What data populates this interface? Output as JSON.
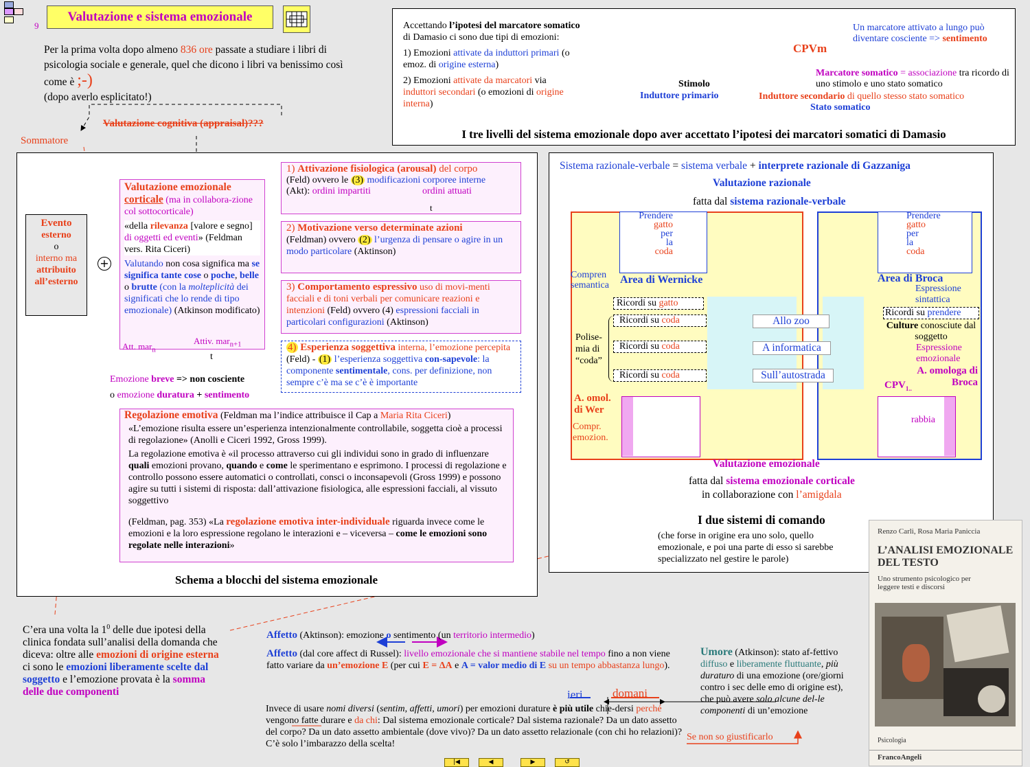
{
  "header": {
    "page_number": "9",
    "title": "Valutazione e sistema emozionale",
    "intro_1": "Per la prima volta dopo almeno ",
    "intro_hours": "836 ore",
    "intro_2": " passate a studiare i libri di psicologia sociale e generale, quel che dicono i libri va benissimo così come è",
    "smiley": ";-)",
    "intro_3": "(dopo averlo esplicitato!)",
    "appraisal_strike": "Valutazione cognitiva (appraisal)???",
    "sommatore": "Sommatore"
  },
  "damasio": {
    "text_1a": "Accettando ",
    "text_1b": "l’ipotesi del marcatore somatico",
    "text_1c": " di Damasio ci sono due tipi di emozioni:",
    "item1_a": "1) Emozioni ",
    "item1_b": "attivate da induttori primari",
    "item1_c": " (o emoz. di ",
    "item1_d": "origine esterna",
    "item1_e": ")",
    "item2_a": "2) Emozioni ",
    "item2_b": "attivate da marcatori",
    "item2_c": " via ",
    "item2_d": "induttori secondari",
    "item2_e": " (o emozioni di ",
    "item2_f": "origine interna",
    "item2_g": ")",
    "marker_long": "Un marcatore attivato a lungo può diventare cosciente => ",
    "marker_long_b": "sentimento",
    "cpvm": "CPVm",
    "stimolo": "Stimolo",
    "induttore_primario": "Induttore primario",
    "marcatore_a": "Marcatore somatico",
    "marcatore_b": " = associazione",
    "marcatore_c": " tra ricordo di uno stimolo e uno stato somatico",
    "ind_sec_a": "Induttore secondario",
    "ind_sec_b": " di quello stesso stato somatico",
    "stato_somatico": "Stato somatico",
    "caption": "I tre livelli del sistema emozionale dopo aver accettato l’ipotesi dei marcatori somatici di Damasio"
  },
  "schema": {
    "evento_1": "Evento",
    "evento_2": "esterno",
    "evento_3": "o",
    "evento_4": "interno ma",
    "evento_5": "attribuito",
    "evento_6": "all’esterno",
    "plus": "+",
    "val_title_a": "Valutazione emozionale",
    "val_title_b": "corticale",
    "val_title_c": " (ma in collabora-zione col sottocorticale)",
    "val_quote_a": "«della ",
    "val_quote_b": "rilevanza",
    "val_quote_c": " [valore e segno] ",
    "val_quote_d": "di oggetti ed eventi",
    "val_quote_e": "» (Feldman vers. Rita Ciceri)",
    "val_text_a": "Valutando",
    "val_text_b": " non cosa significa ma ",
    "val_text_c": "se significa tante cose",
    "val_text_d": " o ",
    "val_text_e": "poche",
    "val_text_f": ", ",
    "val_text_g": "belle",
    "val_text_h": " o ",
    "val_text_i": "brutte",
    "val_text_j": " (con la ",
    "val_text_k": "molteplicità",
    "val_text_l": " dei significati che lo rende di tipo emozionale)",
    "val_text_m": " (Atkinson modificato)",
    "att_mar": "Att. mar",
    "att_mar_sub": "n",
    "attiv_mar": "Attiv. mar",
    "attiv_mar_sub": "n+1",
    "t_label": "t",
    "b1_a": "1) ",
    "b1_b": "Attivazione fisiologica (arousal)",
    "b1_c": " del corpo",
    "b1_d": "(Feld) ovvero le ",
    "b1_e": "(3)",
    "b1_f": " modificazioni corporee interne",
    "b1_g": "(Akt): ",
    "b1_h": "ordini impartiti",
    "b1_i": "ordini attuati",
    "b2_a": "2) ",
    "b2_b": "Motivazione verso determinate azioni",
    "b2_c": "(Feldman)  ovvero ",
    "b2_d": "(2)",
    "b2_e": " l’urgenza di pensare o agire in un modo particolare",
    "b2_f": " (Aktinson)",
    "b3_a": "3) ",
    "b3_b": "Comportamento espressivo",
    "b3_c": " uso di movi-menti facciali e di toni verbali per comunicare reazioni e intenzioni",
    "b3_d": " (Feld)  ovvero (4) ",
    "b3_e": "espressioni facciali in particolari configurazioni",
    "b3_f": " (Aktinson)",
    "b4_a": "4)",
    "b4_b": " Esperienza soggettiva",
    "b4_c": " interna, l’emozione percepita",
    "b4_d": " (Feld) - ",
    "b4_e": "(1)",
    "b4_f": " l’esperienza soggettiva ",
    "b4_g": "con-sapevole",
    "b4_h": ": la componente ",
    "b4_i": "sentimentale",
    "b4_j": ", cons. per definizione, non sempre c’è ma se c’è è importante",
    "breve_a": "Emozione ",
    "breve_b": "breve",
    "breve_c": " => ",
    "breve_d": "non cosciente",
    "durat_a": "o ",
    "durat_b": "emozione ",
    "durat_c": "duratura",
    "durat_d": " + ",
    "durat_e": "sentimento",
    "reg_title_a": "Regolazione emotiva",
    "reg_title_b": " (Feldman ma l’indice attribuisce il Cap a ",
    "reg_title_c": "Maria Rita Ciceri",
    "reg_title_d": ")",
    "reg_p1": "«L’emozione risulta essere un’esperienza intenzionalmente controllabile, soggetta cioè a processi di regolazione» (Anolli e Ciceri 1992, Gross 1999).",
    "reg_p2_a": "La regolazione emotiva è «il processo attraverso cui gli individui sono in grado di influenzare ",
    "reg_p2_b": "quali",
    "reg_p2_c": " emozioni provano, ",
    "reg_p2_d": "quando",
    "reg_p2_e": " e ",
    "reg_p2_f": "come",
    "reg_p2_g": " le sperimentano e esprimono. I processi di regolazione e controllo possono essere automatici o controllati, consci o inconsapevoli (Gross 1999)  e possono agire su tutti i sistemi di risposta: dall’attivazione fisiologica, alle espressioni facciali, al vissuto soggettivo",
    "reg_p3_a": "(Feldman, pag. 353) «La ",
    "reg_p3_b": "regolazione emotiva inter-individuale",
    "reg_p3_c": " riguarda invece come le emozioni e la loro espressione regolano le interazioni e – viceversa – ",
    "reg_p3_d": "come le emozioni sono regolate nelle interazioni",
    "reg_p3_e": "»",
    "caption": "Schema a blocchi del sistema emozionale"
  },
  "comando": {
    "title_a": "Sistema razionale-verbale",
    "title_b": " = ",
    "title_c": "sistema verbale",
    "title_d": " + ",
    "title_e": "interprete razionale di Gazzaniga",
    "val_raz": "Valutazione razionale",
    "fatta_raz_a": "fatta dal ",
    "fatta_raz_b": "sistema razionale-verbale",
    "prendere_left": [
      "Prendere",
      "gatto",
      "per",
      "la",
      "coda"
    ],
    "prendere_right": [
      "Prendere",
      "gatto",
      "per",
      "la",
      "coda"
    ],
    "compren": "Compren semantica",
    "wernicke": "Area di Wernicke",
    "broca": "Area di Broca",
    "espr_sint": "Espressione sintattica",
    "ricordi_gatto_a": "Ricordi su ",
    "ricordi_gatto_b": "gatto",
    "ricordi_coda1_a": "Ricordi su ",
    "ricordi_coda1_b": "coda",
    "ricordi_coda2_a": "Ricordi su ",
    "ricordi_coda2_b": "coda",
    "ricordi_coda3_a": "Ricordi su ",
    "ricordi_coda3_b": "coda",
    "ricordi_prendere_a": "Ricordi su ",
    "ricordi_prendere_b": "prendere",
    "polisemia": "Polise-mia di “coda”",
    "allo_zoo": "Allo zoo",
    "a_informatica": "A informatica",
    "autostrada": "Sull’autostrada",
    "culture_a": "Culture",
    "culture_b": " conosciute dal soggetto",
    "espr_emoz": "Espressione emozionale",
    "omologa_broca": "A. omologa di Broca",
    "omologa_wer": "A. omol. di Wer",
    "compr_emoz": "Compr. emozion.",
    "cpv": "CPV",
    "cpv_sub": "1..",
    "rabbia": "rabbia",
    "val_emoz": "Valutazione emozionale",
    "fatta_emoz_a": "fatta dal ",
    "fatta_emoz_b": "sistema emozionale corticale",
    "collab_a": "in collaborazione con ",
    "collab_b": "l’amigdala",
    "due_sistemi": "I due sistemi di comando",
    "due_sistemi_sub": "(che forse in origine era uno solo, quello emozionale, e poi una parte di esso si sarebbe specializzato nel gestire le parole)"
  },
  "book": {
    "authors": "Renzo Carli, Rosa Maria Paniccia",
    "title": "L’ANALISI EMOZIONALE DEL TESTO",
    "subtitle": "Uno strumento psicologico per leggere testi e discorsi",
    "series": "Psicologia",
    "publisher": "FrancoAngeli"
  },
  "bottom": {
    "cera_a": "C’era una volta la 1",
    "cera_sup": "0",
    "cera_b": " delle due ipotesi della clinica fondata sull’analisi della domanda che diceva: oltre alle ",
    "cera_c": "emozioni di origine esterna",
    "cera_d": " ci sono le ",
    "cera_e": "emozioni liberamente scelte dal soggetto",
    "cera_f": " e l’emozione provata è la ",
    "cera_g": "somma delle due componenti",
    "aff1_a": "Affetto",
    "aff1_b": " (Aktinson): emozione ",
    "aff1_c": "o",
    "aff1_d": " sentimento",
    "aff1_e": "  (un ",
    "aff1_f": "territorio intermedio",
    "aff1_g": ")",
    "aff2_a": "Affetto",
    "aff2_b": " (dal core affect di Russel):  ",
    "aff2_c": "livello emozionale che si mantiene stabile nel tempo",
    "aff2_d": " fino a non viene fatto variare da ",
    "aff2_e": "un’emozione E",
    "aff2_f": " (per cui ",
    "aff2_g": "E = ΔA",
    "aff2_h": " e ",
    "aff2_i": "A = valor medio di E",
    "aff2_j": " su un tempo abbastanza lungo",
    "aff2_k": ").",
    "ieri": "ieri",
    "domani": "domani",
    "inv_a": "Invece di usare ",
    "inv_b": "nomi diversi",
    "inv_c": " (",
    "inv_d": "sentim",
    "inv_e": ", ",
    "inv_f": "affetti",
    "inv_g": ", ",
    "inv_h": "umori",
    "inv_i": ") per emozioni durature ",
    "inv_j": "è più utile",
    "inv_k": " chie-dersi ",
    "inv_l": "perché",
    "inv_m": " vengono fatte durare e ",
    "inv_n": "da chi",
    "inv_o": ": Dal sistema emozionale corticale?  Dal sistema razionale?  Da un dato assetto del corpo?  Da un dato assetto ambientale (dove vivo)? Da un dato assetto relazionale (con chi ho relazioni)?  C’è solo l’imbarazzo della scelta!",
    "umore_a": "Umore",
    "umore_b": " (Atkinson): stato af-fettivo ",
    "umore_c": "diffuso",
    "umore_d": " e ",
    "umore_e": "liberamente fluttuante",
    "umore_f": ", ",
    "umore_g": "più duraturo",
    "umore_h": " di una emozione (ore/giorni contro i sec delle emo di origine est), che può avere ",
    "umore_i": "solo alcune del-le componenti",
    "umore_j": " di un’emozione",
    "non_giust": "Se non so giustificarlo"
  },
  "nav": {
    "first": "|◀",
    "prev": "◀",
    "next": "▶",
    "up": "↺"
  }
}
